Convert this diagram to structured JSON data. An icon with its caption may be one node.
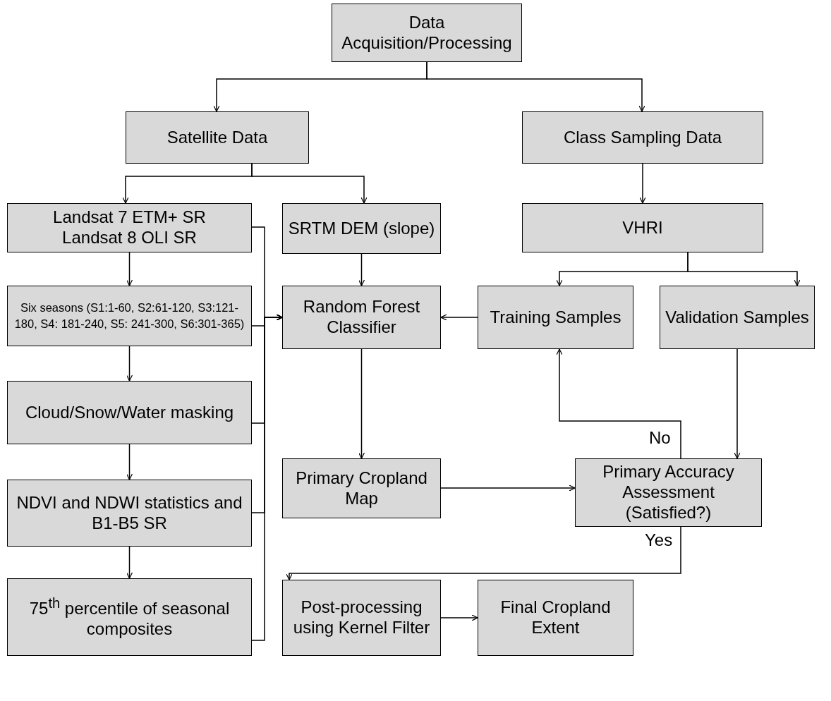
{
  "diagram": {
    "nodes": [
      {
        "text": [
          "Data Acquisition/Processing"
        ]
      },
      {
        "text": [
          "Satellite Data"
        ]
      },
      {
        "text": [
          "Class Sampling Data"
        ]
      },
      {
        "text": [
          "Landsat 7 ETM+ SR",
          "Landsat 8 OLI SR"
        ]
      },
      {
        "text": [
          "SRTM DEM (slope)"
        ]
      },
      {
        "text": [
          "VHRI"
        ]
      },
      {
        "text": [
          "Six seasons (S1:1-60, S2:61-120, S3:121-180, S4: 181-240, S5: 241-300, S6:301-365)"
        ]
      },
      {
        "text": [
          "Random Forest Classifier"
        ]
      },
      {
        "text": [
          "Training Samples"
        ]
      },
      {
        "text": [
          "Validation Samples"
        ]
      },
      {
        "text": [
          "Cloud/Snow/Water masking"
        ]
      },
      {
        "text": [
          "Primary Cropland Map"
        ]
      },
      {
        "text": [
          "Primary Accuracy Assessment (Satisfied?)"
        ]
      },
      {
        "text": [
          "NDVI and NDWI statistics and B1-B5 SR"
        ]
      },
      {
        "text": [
          "75$^{th}$ percentile of seasonal composites"
        ]
      },
      {
        "text": [
          "Post-processing using Kernel Filter"
        ]
      },
      {
        "text": [
          "Final Cropland Extent"
        ]
      }
    ],
    "edges": [
      {
        "from": 0,
        "to": 1,
        "arrow": "to"
      },
      {
        "from": 0,
        "to": 2,
        "arrow": "to"
      },
      {
        "from": 1,
        "to": 3,
        "arrow": "to"
      },
      {
        "from": 1,
        "to": 4,
        "arrow": "to"
      },
      {
        "from": 2,
        "to": 5,
        "arrow": "to"
      },
      {
        "from": 5,
        "to": 8,
        "arrow": "to"
      },
      {
        "from": 5,
        "to": 9,
        "arrow": "to"
      },
      {
        "from": 3,
        "to": 6,
        "arrow": "to"
      },
      {
        "from": 6,
        "to": 10,
        "arrow": "to"
      },
      {
        "from": 10,
        "to": 13,
        "arrow": "to"
      },
      {
        "from": 13,
        "to": 14,
        "arrow": "to"
      },
      {
        "from": 3,
        "to": 7,
        "arrow": "to"
      },
      {
        "from": 6,
        "to": 7,
        "arrow": "to"
      },
      {
        "from": 10,
        "to": 7,
        "arrow": "to"
      },
      {
        "from": 13,
        "to": 7,
        "arrow": "to"
      },
      {
        "from": 14,
        "to": 7,
        "arrow": "to"
      },
      {
        "from": 4,
        "to": 7,
        "arrow": "to"
      },
      {
        "from": 8,
        "to": 7,
        "arrow": "to"
      },
      {
        "from": 7,
        "to": 11,
        "arrow": "to"
      },
      {
        "from": 11,
        "to": 12,
        "arrow": "to"
      },
      {
        "from": 9,
        "to": 12,
        "arrow": "to"
      },
      {
        "from": 12,
        "to": 8,
        "arrow": "to",
        "label": "No"
      },
      {
        "from": 12,
        "to": 15,
        "arrow": "to",
        "label": "Yes"
      },
      {
        "from": 15,
        "to": 16,
        "arrow": "to"
      }
    ]
  }
}
